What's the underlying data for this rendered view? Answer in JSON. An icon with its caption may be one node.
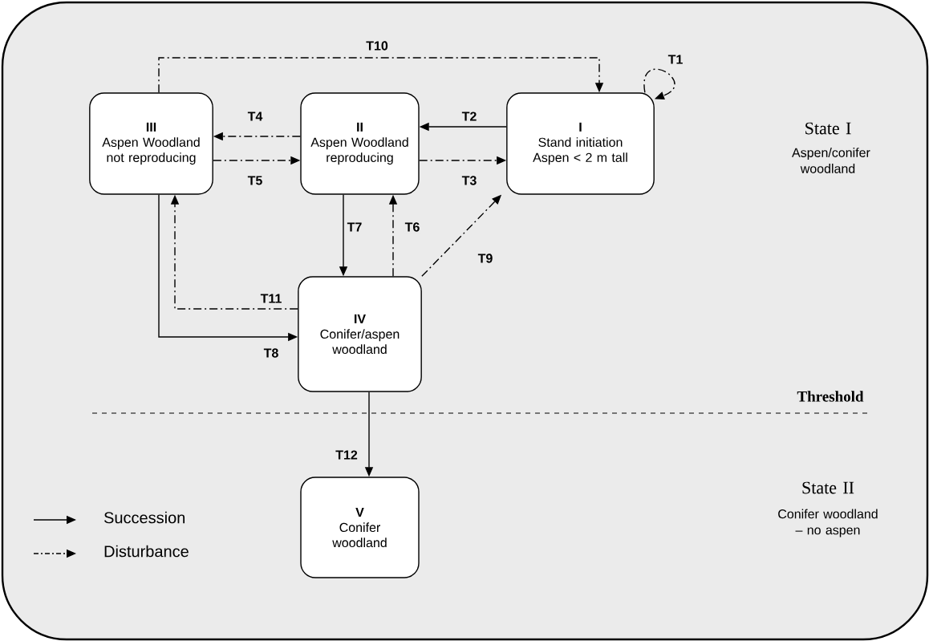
{
  "diagram": {
    "nodes": [
      {
        "text": [
          "III",
          "Aspen Woodland not reproducing"
        ]
      },
      {
        "text": [
          "II",
          "Aspen Woodland reproducing"
        ]
      },
      {
        "text": [
          "I",
          "Stand initiation Aspen < 2 m tall"
        ]
      },
      {
        "text": [
          "IV",
          "Conifer/aspen woodland"
        ]
      },
      {
        "text": [
          "V",
          "Conifer woodland"
        ]
      }
    ],
    "edges": [
      {
        "from": 2,
        "to": 2,
        "arrow": "to",
        "label": "T1",
        "style": "dashed"
      },
      {
        "from": 2,
        "to": 1,
        "arrow": "to",
        "label": "T2"
      },
      {
        "from": 1,
        "to": 2,
        "arrow": "to",
        "label": "T3",
        "style": "dashed"
      },
      {
        "from": 1,
        "to": 0,
        "arrow": "to",
        "label": "T4",
        "style": "dashed"
      },
      {
        "from": 0,
        "to": 1,
        "arrow": "to",
        "label": "T5",
        "style": "dashed"
      },
      {
        "from": 3,
        "to": 1,
        "arrow": "to",
        "label": "T6",
        "style": "dashed"
      },
      {
        "from": 1,
        "to": 3,
        "arrow": "to",
        "label": "T7"
      },
      {
        "from": 0,
        "to": 3,
        "arrow": "to",
        "label": "T8"
      },
      {
        "from": 3,
        "to": 2,
        "arrow": "to",
        "label": "T9",
        "style": "dashed"
      },
      {
        "from": 0,
        "to": 2,
        "arrow": "to",
        "label": "T10",
        "style": "dashed"
      },
      {
        "from": 3,
        "to": 0,
        "arrow": "to",
        "label": "T11",
        "style": "dashed"
      },
      {
        "from": 3,
        "to": 4,
        "arrow": "to",
        "label": "T12"
      }
    ],
    "labels": [
      "State I",
      "Aspen/conifer woodland",
      "Threshold",
      "State II",
      "Conifer woodland – no aspen"
    ],
    "legend": [
      {
        "text": "Succession"
      },
      {
        "text": "Disturbance"
      }
    ]
  }
}
